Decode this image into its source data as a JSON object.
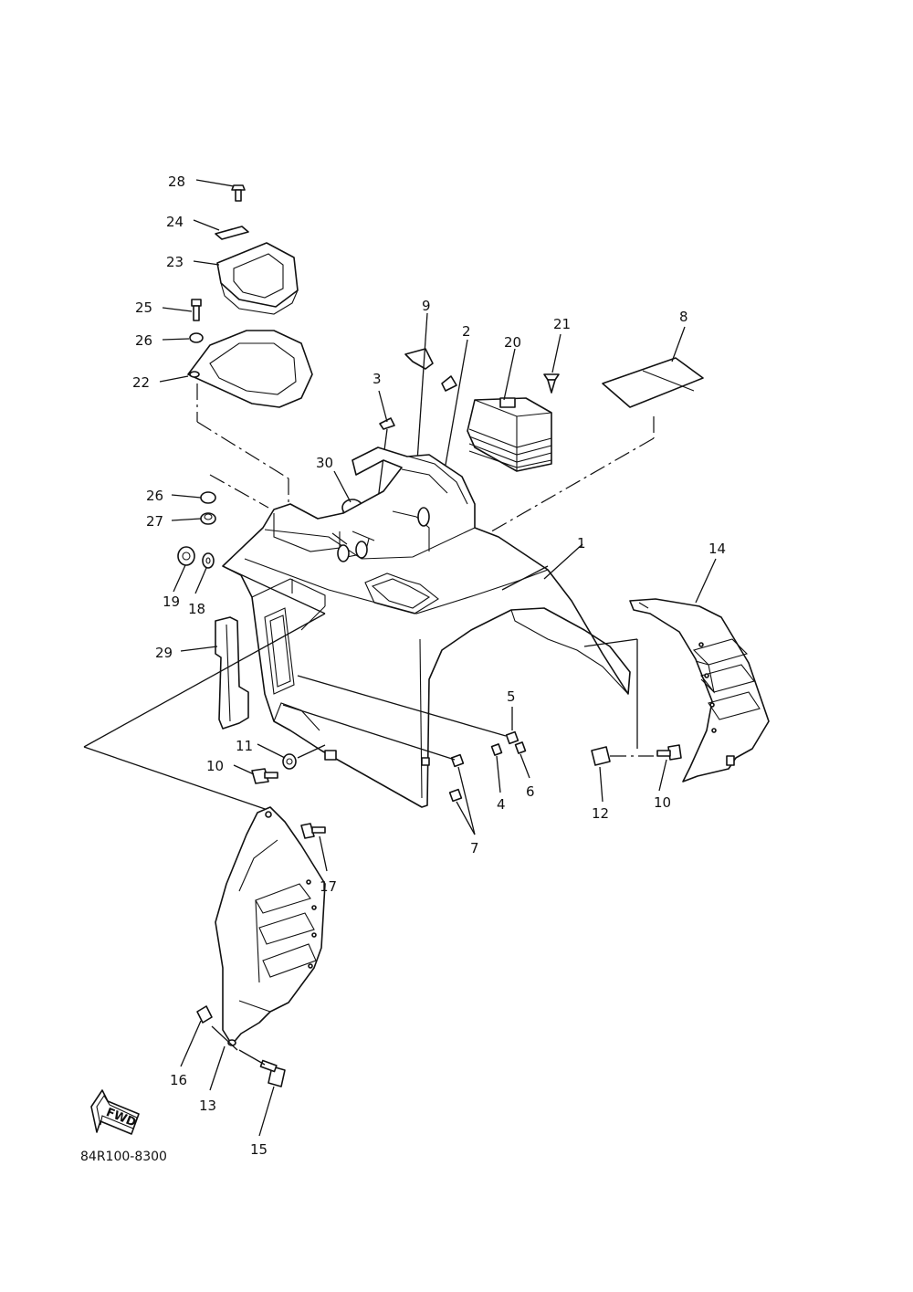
{
  "diagram_code": "84R100-8300",
  "fwd_label": "FWD",
  "callouts": {
    "c1": "1",
    "c2": "2",
    "c3": "3",
    "c4": "4",
    "c5": "5",
    "c6": "6",
    "c7": "7",
    "c8": "8",
    "c9": "9",
    "c10a": "10",
    "c10b": "10",
    "c11": "11",
    "c12": "12",
    "c13": "13",
    "c14": "14",
    "c15": "15",
    "c16": "16",
    "c17": "17",
    "c18": "18",
    "c19": "19",
    "c20": "20",
    "c21": "21",
    "c22": "22",
    "c23": "23",
    "c24": "24",
    "c25": "25",
    "c26a": "26",
    "c26b": "26",
    "c27": "27",
    "c28": "28",
    "c29": "29",
    "c30": "30"
  }
}
